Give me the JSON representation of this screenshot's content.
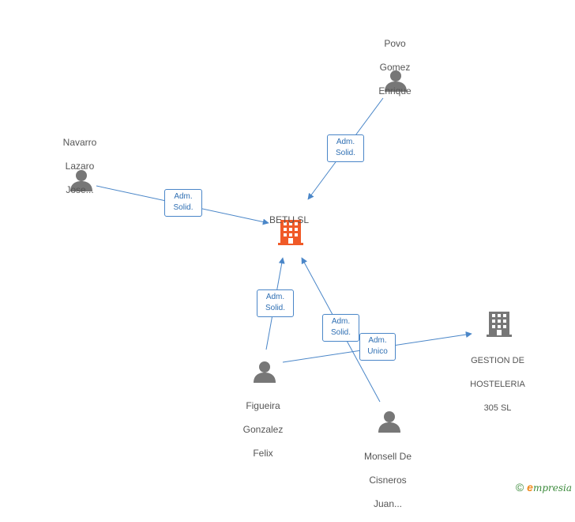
{
  "colors": {
    "edge": "#4a86c8",
    "person": "#777777",
    "company_main": "#f05a28",
    "company_other": "#777777",
    "label_text": "#555555"
  },
  "nodes": {
    "betu": {
      "name": "BETU SL",
      "type": "company",
      "icon": "building-icon"
    },
    "gestion": {
      "lines": [
        "GESTION DE",
        "HOSTELERIA",
        "305  SL"
      ],
      "type": "company",
      "icon": "building-icon"
    },
    "povo": {
      "lines": [
        "Povo",
        "Gomez",
        "Enrique"
      ],
      "type": "person",
      "icon": "person-icon"
    },
    "navarro": {
      "lines": [
        "Navarro",
        "Lazaro",
        "Jose..."
      ],
      "type": "person",
      "icon": "person-icon"
    },
    "figueira": {
      "lines": [
        "Figueira",
        "Gonzalez",
        "Felix"
      ],
      "type": "person",
      "icon": "person-icon"
    },
    "monsell": {
      "lines": [
        "Monsell De",
        "Cisneros",
        "Juan..."
      ],
      "type": "person",
      "icon": "person-icon"
    }
  },
  "edges": [
    {
      "from": "povo",
      "to": "betu",
      "lines": [
        "Adm.",
        "Solid."
      ]
    },
    {
      "from": "navarro",
      "to": "betu",
      "lines": [
        "Adm.",
        "Solid."
      ]
    },
    {
      "from": "figueira",
      "to": "betu",
      "lines": [
        "Adm.",
        "Solid."
      ]
    },
    {
      "from": "monsell",
      "to": "betu",
      "lines": [
        "Adm.",
        "Solid."
      ]
    },
    {
      "from": "figueira",
      "to": "gestion",
      "lines": [
        "Adm.",
        "Unico"
      ]
    }
  ],
  "footer": {
    "copyright_symbol": "©",
    "brand_initial": "e",
    "brand_rest": "mpresia"
  }
}
